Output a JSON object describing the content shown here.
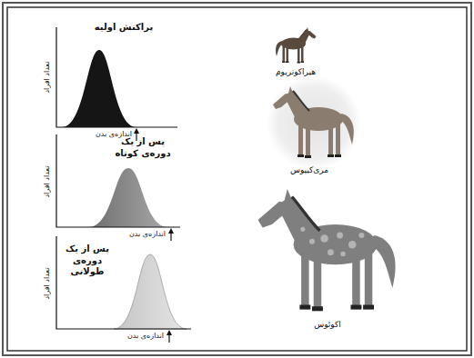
{
  "diagram": {
    "labels": [
      "پراکنش اولیه",
      "تعداد افراد",
      "اندازه‌ی بدن",
      "پس از یک دوره‌ی کوتاه",
      "تعداد افراد",
      "اندازه‌ی بدن",
      "پس از یک دوره‌ی طولانی",
      "تعداد افراد",
      "اندازه‌ی بدن",
      "هیراکوتریوم",
      "مری‌کیپوس",
      "اکوئوس"
    ]
  }
}
